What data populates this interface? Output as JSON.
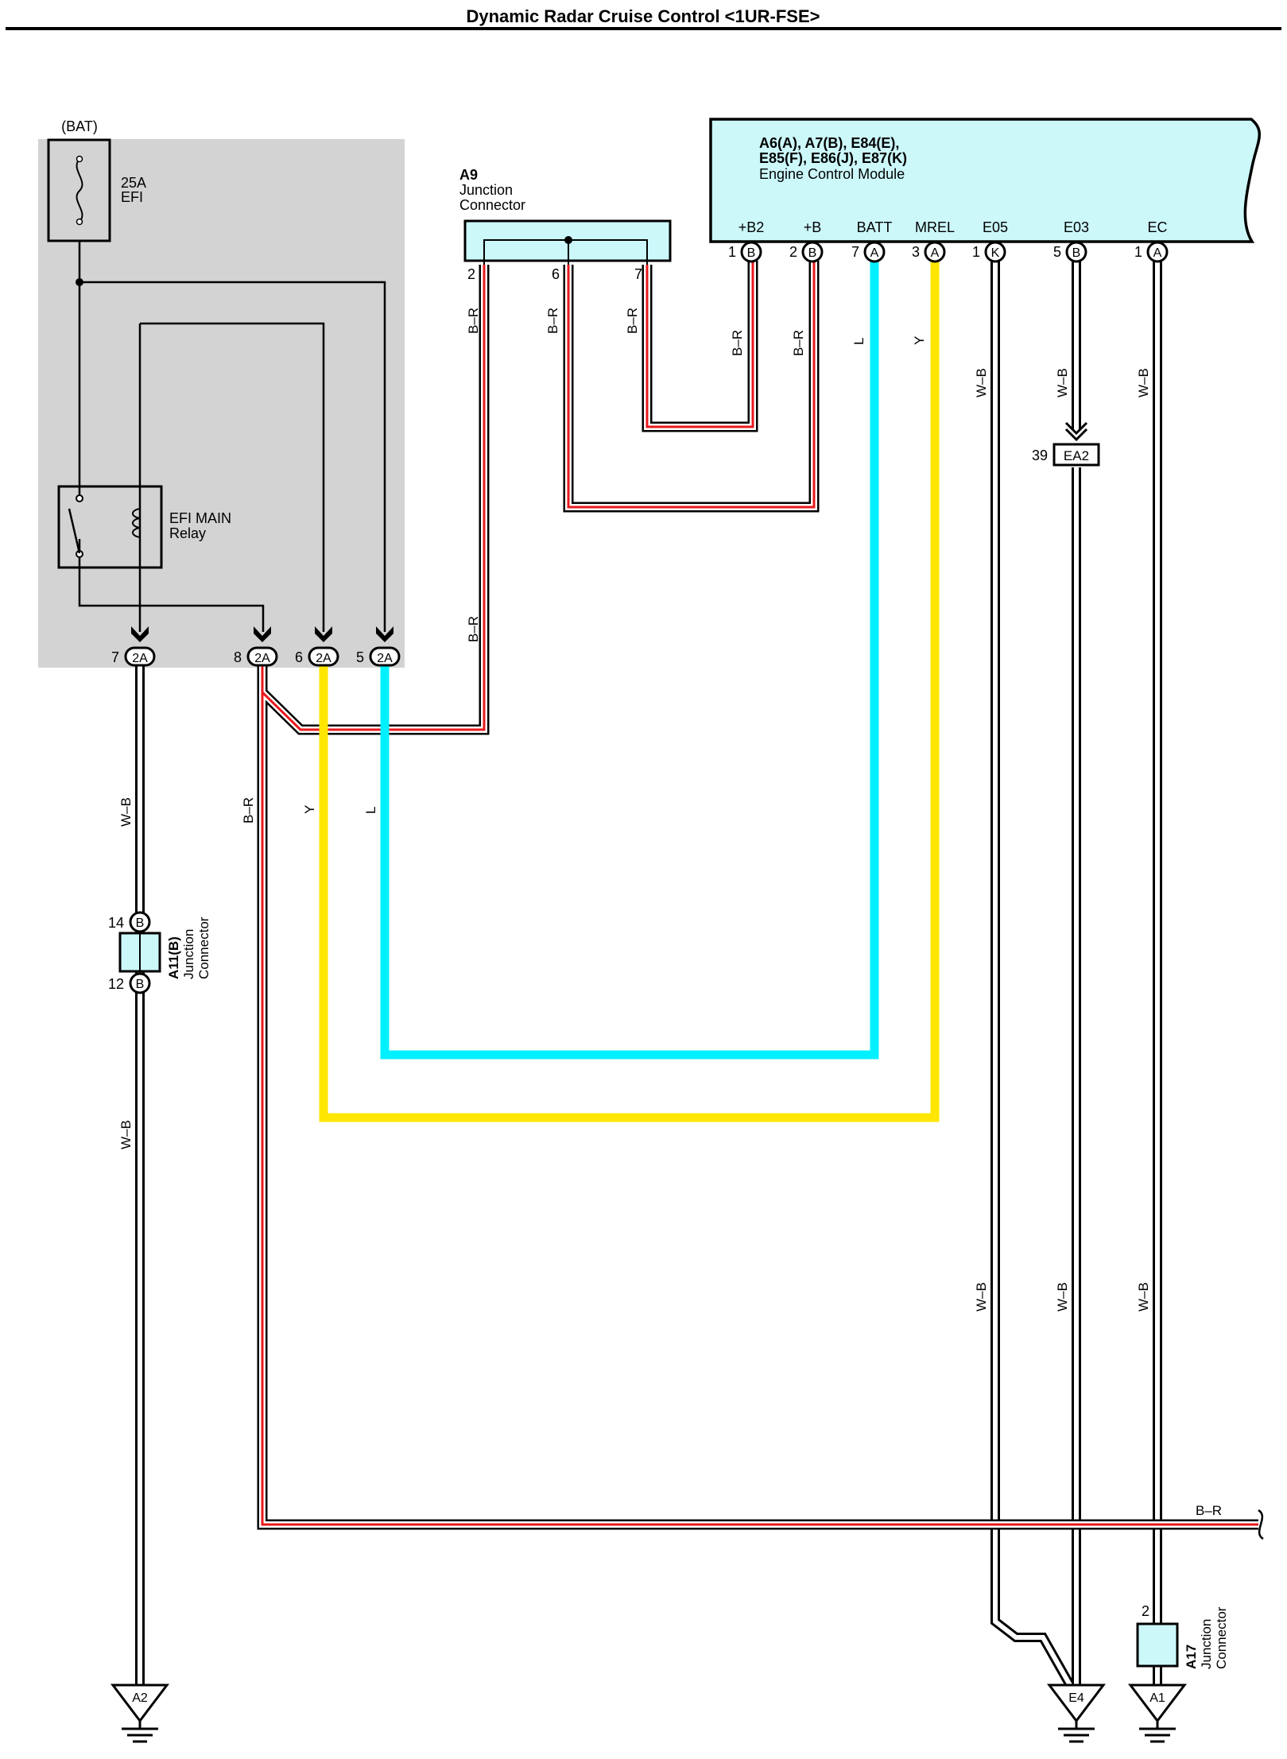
{
  "title": "Dynamic Radar Cruise Control <1UR-FSE>",
  "colors": {
    "bg_box": "#d3d3d3",
    "connector_fill": "#ccf8fa",
    "wire_L": "#00f0ff",
    "wire_Y": "#ffe600",
    "wire_red": "#e8191c"
  },
  "bat": {
    "label": "(BAT)"
  },
  "fuse": {
    "rating": "25A",
    "name": "EFI"
  },
  "relay": {
    "line1": "EFI MAIN",
    "line2": "Relay"
  },
  "j2a": {
    "pins": [
      {
        "num": "7",
        "code": "2A"
      },
      {
        "num": "8",
        "code": "2A"
      },
      {
        "num": "6",
        "code": "2A"
      },
      {
        "num": "5",
        "code": "2A"
      }
    ]
  },
  "a9": {
    "id": "A9",
    "line1": "Junction",
    "line2": "Connector",
    "pins": [
      "2",
      "6",
      "7"
    ]
  },
  "ecm": {
    "line1": "A6(A), A7(B), E84(E),",
    "line2": "E85(F), E86(J), E87(K)",
    "line3": "Engine Control Module",
    "terminals": [
      {
        "name": "+B2",
        "num": "1",
        "code": "B"
      },
      {
        "name": "+B",
        "num": "2",
        "code": "B"
      },
      {
        "name": "BATT",
        "num": "7",
        "code": "A"
      },
      {
        "name": "MREL",
        "num": "3",
        "code": "A"
      },
      {
        "name": "E05",
        "num": "1",
        "code": "K"
      },
      {
        "name": "E03",
        "num": "5",
        "code": "B"
      },
      {
        "name": "EC",
        "num": "1",
        "code": "A"
      }
    ]
  },
  "wire_codes": {
    "br": "B–R",
    "wb": "W–B",
    "l": "L",
    "y": "Y"
  },
  "ea2": {
    "num": "39",
    "code": "EA2"
  },
  "a11": {
    "id": "A11(B)",
    "line1": "Junction",
    "line2": "Connector",
    "pin_top": "14",
    "pin_bottom": "12",
    "code": "B"
  },
  "a17": {
    "id": "A17",
    "line1": "Junction",
    "line2": "Connector",
    "pin": "2"
  },
  "grounds": {
    "a2": "A2",
    "e4": "E4",
    "a1": "A1"
  }
}
